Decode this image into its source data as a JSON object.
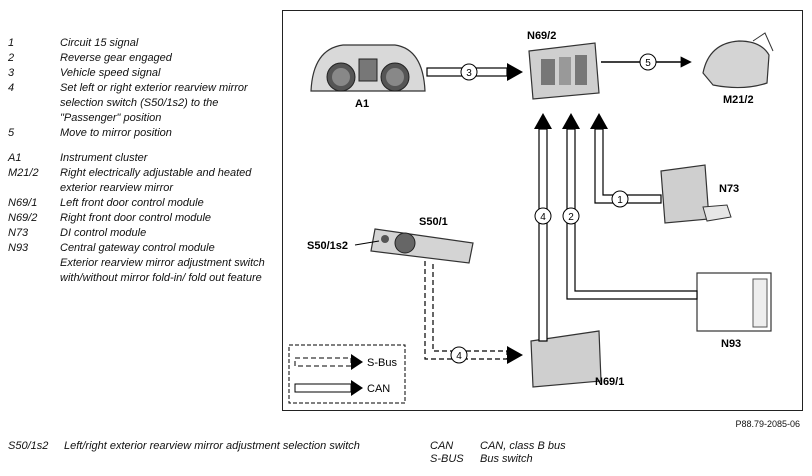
{
  "legend": {
    "numbered": [
      {
        "key": "1",
        "text": "Circuit 15 signal"
      },
      {
        "key": "2",
        "text": "Reverse gear engaged"
      },
      {
        "key": "3",
        "text": "Vehicle speed signal"
      },
      {
        "key": "4",
        "text": "Set left or right exterior rearview mirror selection switch (S50/1s2) to the \"Passenger\" position"
      },
      {
        "key": "5",
        "text": "Move to mirror position"
      }
    ],
    "components": [
      {
        "key": "A1",
        "text": "Instrument cluster"
      },
      {
        "key": "M21/2",
        "text": "Right electrically adjustable and heated exterior rearview mirror"
      },
      {
        "key": "N69/1",
        "text": "Left front door control module"
      },
      {
        "key": "N69/2",
        "text": "Right front door control module"
      },
      {
        "key": "N73",
        "text": "DI control module"
      },
      {
        "key": "N93",
        "text": "Central gateway control module"
      },
      {
        "key": "",
        "text": "Exterior rearview mirror adjustment switch with/without mirror fold-in/ fold out feature"
      }
    ]
  },
  "diagram": {
    "labels": {
      "a1": "A1",
      "n69_2": "N69/2",
      "m21_2": "M21/2",
      "n73": "N73",
      "s50_1": "S50/1",
      "s50_1s2": "S50/1s2",
      "n93": "N93",
      "n69_1": "N69/1"
    },
    "markers": {
      "m1": "1",
      "m2": "2",
      "m3": "3",
      "m4a": "4",
      "m4b": "4",
      "m5": "5"
    },
    "key": {
      "sbus": "S-Bus",
      "can": "CAN"
    }
  },
  "reference": "P88.79-2085-06",
  "footer": {
    "left": {
      "key": "S50/1s2",
      "text": "Left/right exterior rearview mirror adjustment selection switch"
    },
    "right": [
      {
        "key": "CAN",
        "text": "CAN, class B bus"
      },
      {
        "key": "S-BUS",
        "text": "Bus switch"
      }
    ]
  }
}
